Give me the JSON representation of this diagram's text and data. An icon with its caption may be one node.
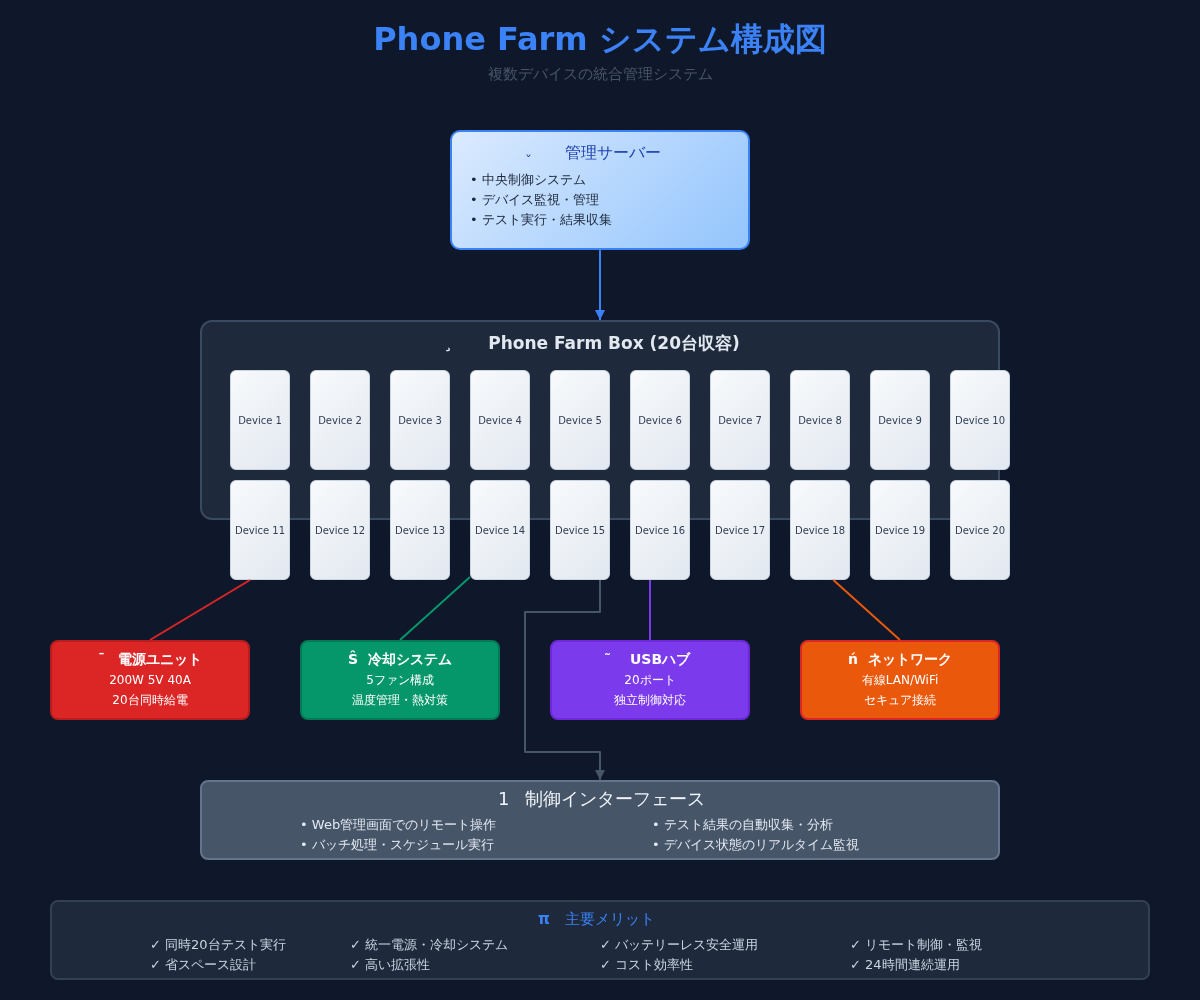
{
  "diagram": {
    "title": "Phone Farm システム構成図",
    "nodes": [
      {
        "text": [
          "ˇ",
          "管理サーバー",
          "• 中央制御システム",
          "• デバイス監視・管理",
          "• テスト実行・結果収集"
        ]
      },
      {
        "text": [
          "¸",
          "Phone Farm Box (20台収容)"
        ]
      },
      {
        "text": [
          "Device 1"
        ],
        "in": 1
      },
      {
        "text": [
          "Device 2"
        ],
        "in": 1
      },
      {
        "text": [
          "Device 3"
        ],
        "in": 1
      },
      {
        "text": [
          "Device 4"
        ],
        "in": 1
      },
      {
        "text": [
          "Device 5"
        ],
        "in": 1
      },
      {
        "text": [
          "Device 6"
        ],
        "in": 1
      },
      {
        "text": [
          "Device 7"
        ],
        "in": 1
      },
      {
        "text": [
          "Device 8"
        ],
        "in": 1
      },
      {
        "text": [
          "Device 9"
        ],
        "in": 1
      },
      {
        "text": [
          "Device 10"
        ]
      },
      {
        "text": [
          "Device 11"
        ]
      },
      {
        "text": [
          "Device 12"
        ]
      },
      {
        "text": [
          "Device 13"
        ]
      },
      {
        "text": [
          "Device 14"
        ]
      },
      {
        "text": [
          "Device 15"
        ]
      },
      {
        "text": [
          "Device 16"
        ]
      },
      {
        "text": [
          "Device 17"
        ]
      },
      {
        "text": [
          "Device 18"
        ]
      },
      {
        "text": [
          "Device 19"
        ]
      },
      {
        "text": [
          "Device 20"
        ]
      },
      {
        "text": [
          "ˉ",
          "電源ユニット",
          "200W 5V 40A",
          "20台同時給電"
        ]
      },
      {
        "text": [
          "Ŝ",
          "冷却システム",
          "5ファン構成",
          "温度管理・熱対策"
        ]
      },
      {
        "text": [
          "˜",
          "USBハブ",
          "20ポート",
          "独立制御対応"
        ]
      },
      {
        "text": [
          "ń",
          "ネットワーク",
          "有線LAN/WiFi",
          "セキュア接続"
        ]
      },
      {
        "text": [
          "1",
          "制御インターフェース",
          "• Web管理画面でのリモート操作",
          "• テスト結果の自動収集・分析",
          "• バッチ処理・スケジュール実行",
          "• デバイス状態のリアルタイム監視"
        ]
      },
      {
        "text": [
          "π",
          "主要メリット",
          "✓ 同時20台テスト実行",
          "✓ 統一電源・冷却システム",
          "✓ バッテリーレス安全運用",
          "✓ リモート制御・監視",
          "✓ 省スペース設計",
          "✓ 高い拡張性",
          "✓ コスト効率性",
          "✓ 24時間連続運用"
        ]
      }
    ],
    "edges": [
      {
        "from": 0,
        "to": 1,
        "arrow": "to",
        "color": "#3b82f6"
      },
      {
        "from": 12,
        "to": 22,
        "arrow": "none",
        "color": "#dc2626"
      },
      {
        "from": 15,
        "to": 23,
        "arrow": "none",
        "color": "#059669"
      },
      {
        "from": 17,
        "to": 24,
        "arrow": "none",
        "color": "#7c3aed"
      },
      {
        "from": 19,
        "to": 25,
        "arrow": "none",
        "color": "#ea580c"
      },
      {
        "from": 16,
        "to": 26,
        "arrow": "to",
        "color": "#475569"
      }
    ],
    "labels": [
      "複数デバイスの統合管理システム"
    ]
  }
}
